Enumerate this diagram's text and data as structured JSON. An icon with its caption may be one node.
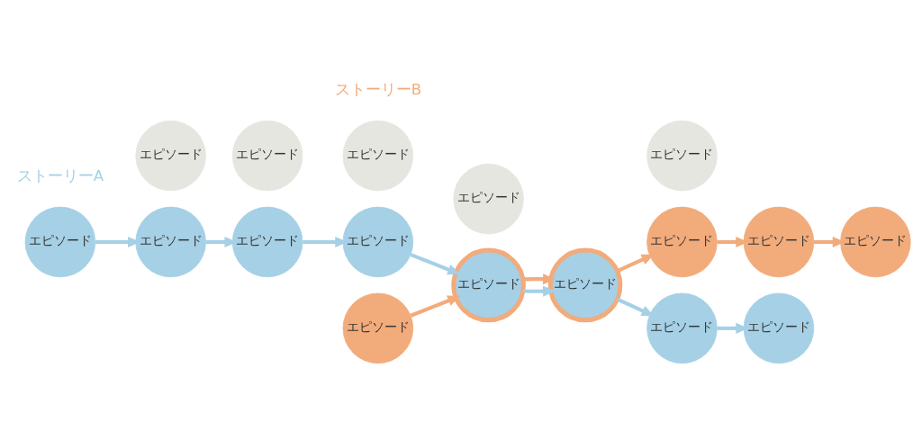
{
  "diagram": {
    "nodes": [
      {
        "text": [
          "エピソード"
        ]
      },
      {
        "text": [
          "エピソード"
        ]
      },
      {
        "text": [
          "エピソード"
        ]
      },
      {
        "text": [
          "エピソード"
        ]
      },
      {
        "text": [
          "エピソード"
        ]
      },
      {
        "text": [
          "エピソード"
        ]
      },
      {
        "text": [
          "エピソード"
        ]
      },
      {
        "text": [
          "エピソード"
        ]
      },
      {
        "text": [
          "エピソード"
        ]
      },
      {
        "text": [
          "エピソード"
        ]
      },
      {
        "text": [
          "エピソード"
        ]
      },
      {
        "text": [
          "エピソード"
        ]
      },
      {
        "text": [
          "エピソード"
        ]
      },
      {
        "text": [
          "エピソード"
        ]
      },
      {
        "text": [
          "エピソード"
        ]
      },
      {
        "text": [
          "エピソード"
        ]
      },
      {
        "text": [
          "エピソード"
        ]
      }
    ],
    "edges": [
      {
        "from": 0,
        "to": 5,
        "arrow": "to"
      },
      {
        "from": 5,
        "to": 13,
        "arrow": "to"
      },
      {
        "from": 13,
        "to": 8,
        "arrow": "to"
      },
      {
        "from": 8,
        "to": 7,
        "arrow": "to"
      },
      {
        "from": 7,
        "to": 1,
        "arrow": "to"
      },
      {
        "from": 1,
        "to": 11,
        "arrow": "to"
      },
      {
        "from": 11,
        "to": 3,
        "arrow": "to"
      },
      {
        "from": 14,
        "to": 7,
        "arrow": "to",
        "color": "#f2ab7b"
      },
      {
        "from": 7,
        "to": 1,
        "arrow": "to",
        "color": "#f2ab7b"
      },
      {
        "from": 1,
        "to": 9,
        "arrow": "to",
        "color": "#f2ab7b"
      },
      {
        "from": 9,
        "to": 16,
        "arrow": "to",
        "color": "#f2ab7b"
      },
      {
        "from": 16,
        "to": 10,
        "arrow": "to",
        "color": "#f2ab7b"
      }
    ],
    "labels": [
      "ストーリーA",
      "ストーリーB"
    ]
  }
}
